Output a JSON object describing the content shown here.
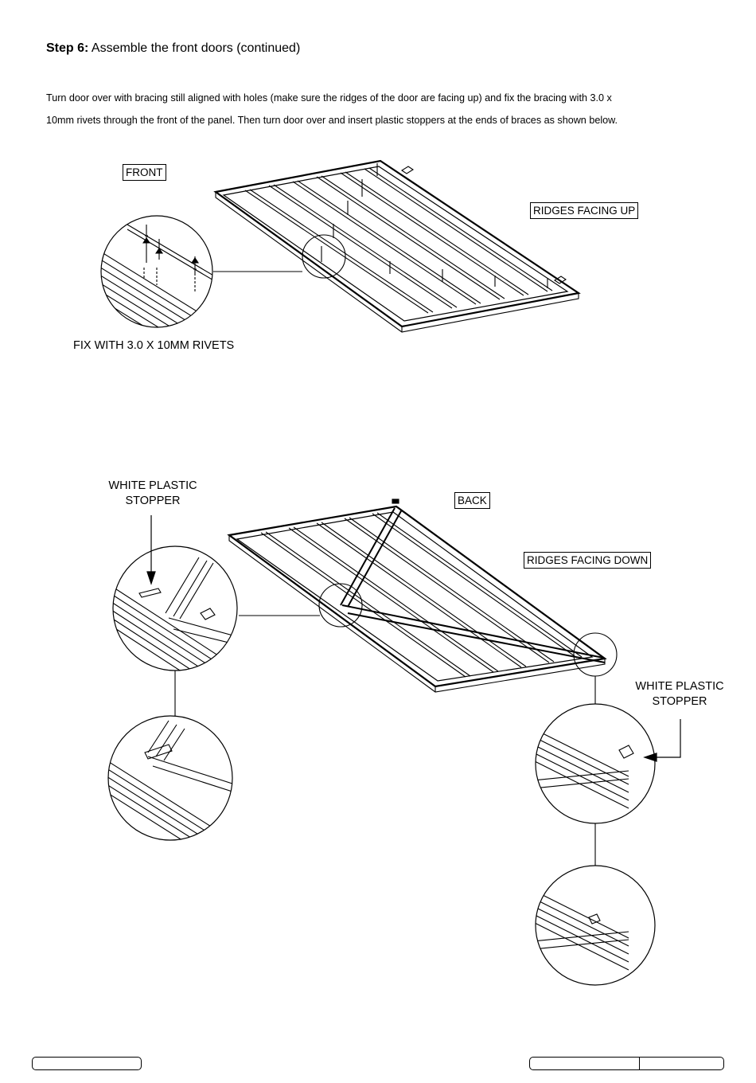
{
  "step": {
    "number_label": "Step 6:",
    "title": "Assemble the front doors (continued)"
  },
  "instructions": {
    "line1": "Turn door over with bracing still aligned with holes (make sure the ridges of the door are facing up) and fix the bracing with 3.0 x",
    "line2": "10mm rivets through the front of the panel. Then turn door over and insert plastic stoppers at the ends of braces as shown below."
  },
  "figure_front": {
    "side_label": "FRONT",
    "orientation_label": "RIDGES FACING UP",
    "callout_caption": "FIX WITH 3.0 X 10MM RIVETS"
  },
  "figure_back": {
    "side_label": "BACK",
    "orientation_label": "RIDGES FACING DOWN",
    "left_callout_line1": "WHITE PLASTIC",
    "left_callout_line2": "STOPPER",
    "right_callout_line1": "WHITE PLASTIC",
    "right_callout_line2": "STOPPER"
  }
}
